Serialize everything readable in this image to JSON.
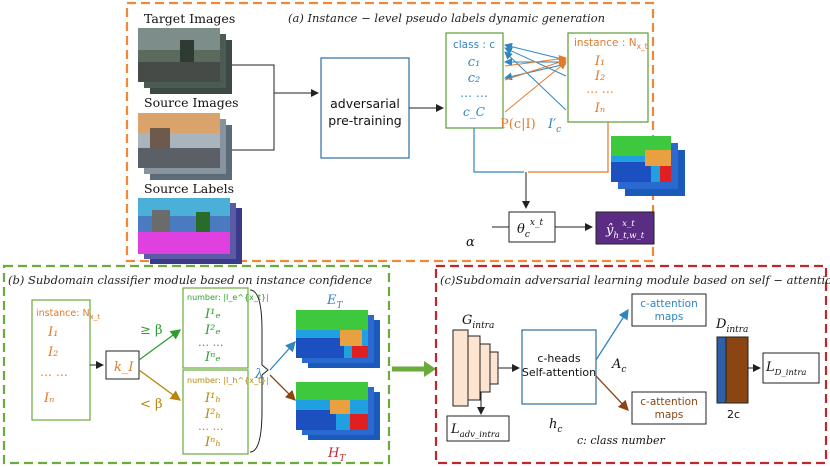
{
  "panel_a": {
    "title": "(a) Instance − level pseudo labels dynamic generation",
    "target_label": "Target Images",
    "source_label": "Source Images",
    "labels_label": "Source Labels",
    "adversarial_line1": "adversarial",
    "adversarial_line2": "pre-training",
    "class_header": "class : c",
    "class_items": [
      "c₁",
      "c₂",
      "… …",
      "c_C"
    ],
    "instance_header": "instance :  N",
    "instance_sub": "x_t",
    "instance_items": [
      "I₁",
      "I₂",
      "… …",
      "Iₙ"
    ],
    "p_label": "P(c|I)",
    "ic_label": "I′",
    "ic_sub": "c",
    "alpha": "α",
    "theta": "θ",
    "theta_sup": "x_t",
    "theta_sub": "c",
    "yhat": "ŷ",
    "yhat_sup": "x_t",
    "yhat_sub": "h_t,w_t"
  },
  "panel_b": {
    "title": "(b) Subdomain classifier module based on instance confidence",
    "instance_header": "instance: N",
    "instance_sub": "x_t",
    "instance_items": [
      "I₁",
      "I₂",
      "… …",
      "Iₙ"
    ],
    "k_label": "k_I",
    "ge_beta": "≥ β",
    "lt_beta": "< β",
    "easy_header": "number: |I_e^{x_t}|",
    "easy_items": [
      "I¹ₑ",
      "I²ₑ",
      "… …",
      "Iⁿₑ"
    ],
    "hard_header": "number: |I_h^{x_t}|",
    "hard_items": [
      "I¹ₕ",
      "I²ₕ",
      "… …",
      "Iⁿₕ"
    ],
    "lambda": "λ",
    "et_label": "E",
    "et_sub": "T",
    "ht_label": "H",
    "ht_sub": "T"
  },
  "panel_c": {
    "title": "(c)Subdomain adversarial learning module based on self − attention",
    "g_intra": "G",
    "g_sub": "intra",
    "heads_line1": "c-heads",
    "heads_line2": "Self-attention",
    "ac": "A",
    "ac_sub": "c",
    "att1_line1": "c-attention",
    "att1_line2": "maps",
    "att2_line1": "c-attention",
    "att2_line2": "maps",
    "d_intra": "D",
    "d_sub": "intra",
    "two_c": "2c",
    "l_d": "L",
    "l_d_sub": "D_intra",
    "l_adv": "L",
    "l_adv_sub": "adv_intra",
    "hc": "h",
    "hc_sub": "c",
    "class_note": "c: class number"
  },
  "colors": {
    "orange_border": "#F0883A",
    "green_border": "#6BAA3C",
    "red_border": "#C0272D",
    "class_blue": "#2E86C1",
    "instance_orange": "#E07B2C",
    "easy_green": "#2CA02C",
    "hard_gold": "#B8860B",
    "ydark": "#5B2C83"
  }
}
